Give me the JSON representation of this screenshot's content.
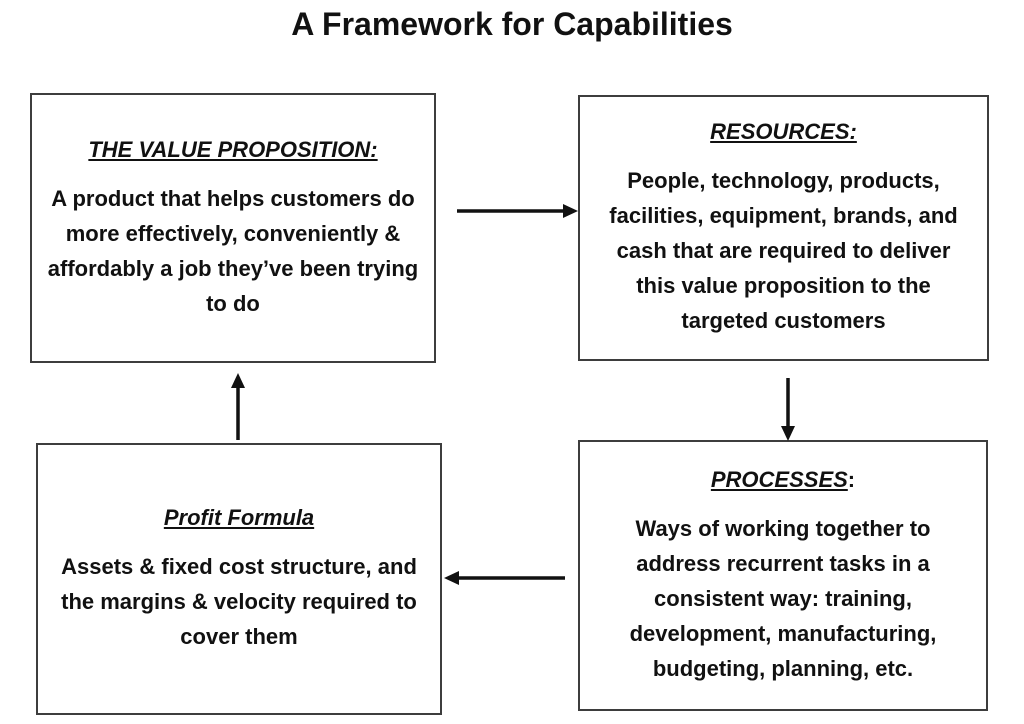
{
  "title": "A Framework for Capabilities",
  "boxes": {
    "value_proposition": {
      "heading": "THE VALUE PROPOSITION:",
      "body": "A product that helps customers do more effectively, conveniently & affordably a job they’ve been trying to do"
    },
    "resources": {
      "heading": "RESOURCES:",
      "body": "People, technology, products, facilities, equipment, brands, and cash that are required to deliver this value proposition to the targeted customers"
    },
    "processes": {
      "heading": "PROCESSES",
      "heading_colon": ":",
      "body": "Ways of working together to address recurrent tasks in a consistent way: training, development, manufacturing, budgeting, planning, etc."
    },
    "profit_formula": {
      "heading": "Profit Formula",
      "body": "Assets & fixed cost structure, and the margins & velocity required to cover them"
    }
  },
  "connections": [
    {
      "from": "value_proposition",
      "to": "resources",
      "direction": "right"
    },
    {
      "from": "resources",
      "to": "processes",
      "direction": "down"
    },
    {
      "from": "processes",
      "to": "profit_formula",
      "direction": "left"
    },
    {
      "from": "profit_formula",
      "to": "value_proposition",
      "direction": "up"
    }
  ],
  "colors": {
    "text": "#111111",
    "border": "#3d3d3d",
    "background": "#ffffff"
  }
}
